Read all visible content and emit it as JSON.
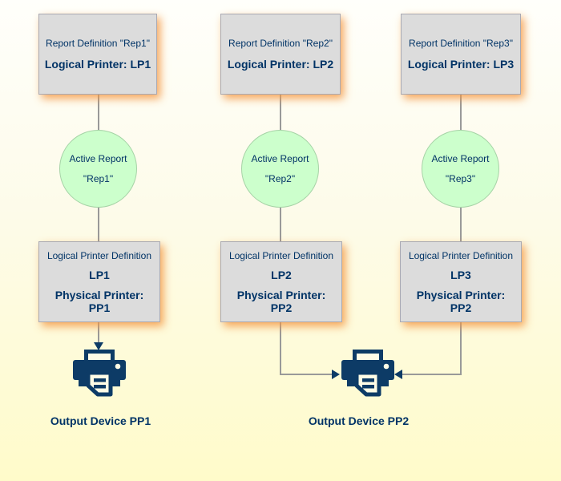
{
  "diagram": {
    "columns": [
      {
        "report_box": {
          "line1": "Report Definition \"Rep1\"",
          "line2": "Logical Printer: LP1"
        },
        "active_report_circle": {
          "line1": "Active Report",
          "line2": "\"Rep1\""
        },
        "printer_def_box": {
          "line1": "Logical Printer Definition",
          "line2": "LP1",
          "line3": "Physical Printer: PP1"
        }
      },
      {
        "report_box": {
          "line1": "Report Definition \"Rep2\"",
          "line2": "Logical Printer: LP2"
        },
        "active_report_circle": {
          "line1": "Active Report",
          "line2": "\"Rep2\""
        },
        "printer_def_box": {
          "line1": "Logical Printer Definition",
          "line2": "LP2",
          "line3": "Physical Printer: PP2"
        }
      },
      {
        "report_box": {
          "line1": "Report Definition \"Rep3\"",
          "line2": "Logical Printer: LP3"
        },
        "active_report_circle": {
          "line1": "Active Report",
          "line2": "\"Rep3\""
        },
        "printer_def_box": {
          "line1": "Logical Printer Definition",
          "line2": "LP3",
          "line3": "Physical Printer: PP2"
        }
      }
    ],
    "output_devices": [
      {
        "label": "Output Device PP1",
        "icon": "printer-icon"
      },
      {
        "label": "Output Device PP2",
        "icon": "printer-icon"
      }
    ],
    "colors": {
      "text_navy": "#003366",
      "printer_navy": "#0d3b66",
      "box_fill": "#dcdcdc",
      "box_border": "#a9a9b2",
      "box_glow_shadow": "#f49842",
      "circle_fill": "#ccffcc",
      "circle_border": "#a6d3a6",
      "connector_gray": "#999999",
      "background_top": "#fffffb",
      "background_bottom": "#fffbca"
    }
  }
}
